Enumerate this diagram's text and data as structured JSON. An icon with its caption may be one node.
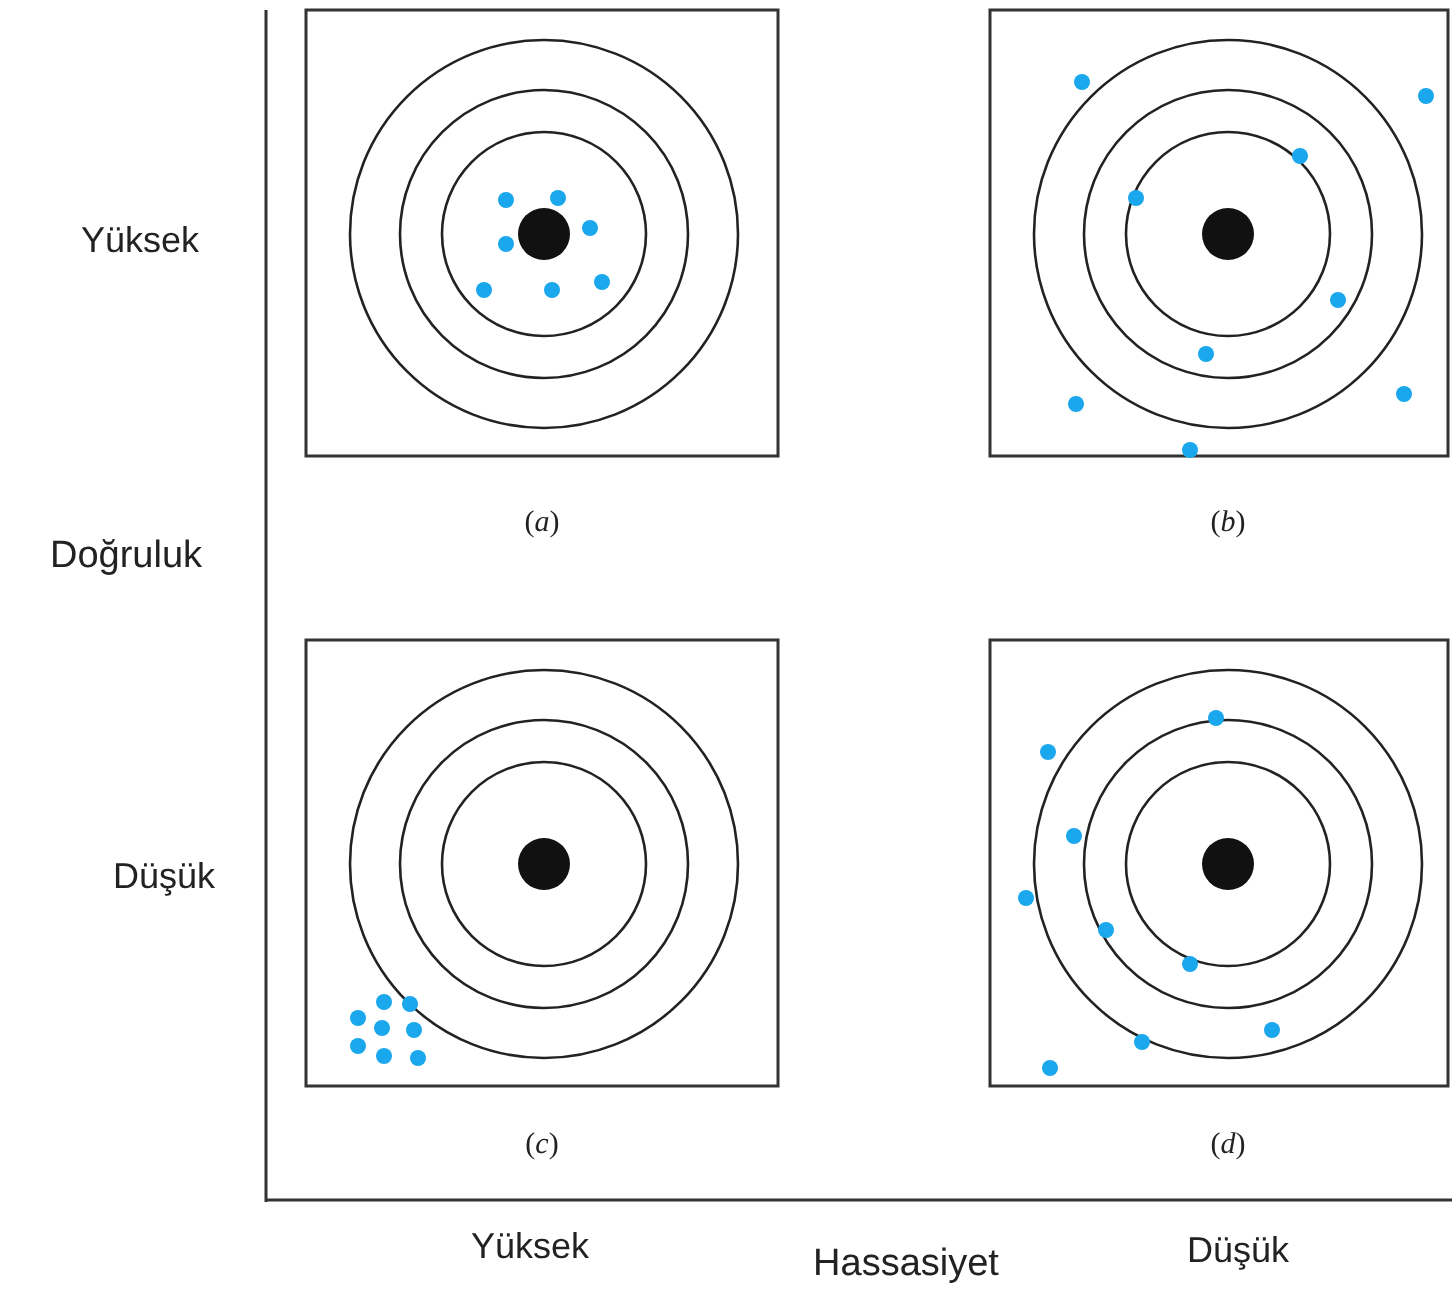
{
  "diagram": {
    "labels": [
      "Yüksek",
      "(*a*)",
      "(*b*)",
      "Doğruluk",
      "Düşük",
      "(*c*)",
      "(*d*)",
      "Yüksek",
      "Hassasiyet",
      "Düşük"
    ]
  }
}
